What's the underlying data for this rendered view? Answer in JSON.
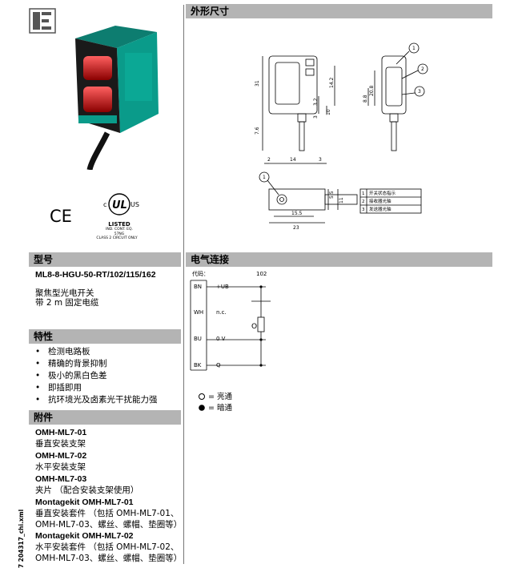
{
  "headers": {
    "dimensions": "外形尺寸",
    "model": "型号",
    "electrical": "电气连接",
    "features": "特性",
    "accessories": "附件"
  },
  "model": {
    "part_number": "ML8-8-HGU-50-RT/102/115/162",
    "desc_line1": "聚焦型光电开关",
    "desc_line2": "带 2 m 固定电缆"
  },
  "features": [
    "检测电路板",
    "精确的背景抑制",
    "极小的黑白色差",
    "即插即用",
    "抗环境光及卤素光干扰能力强"
  ],
  "accessories": [
    {
      "name": "OMH-ML7-01",
      "desc": [
        "垂直安装支架"
      ]
    },
    {
      "name": "OMH-ML7-02",
      "desc": [
        "水平安装支架"
      ]
    },
    {
      "name": "OMH-ML7-03",
      "desc": [
        "夹片 （配合安装支架使用）"
      ]
    },
    {
      "name": "Montagekit OMH-ML7-01",
      "desc": [
        "垂直安装套件 （包括 OMH-ML7-01、",
        "OMH-ML7-03、螺丝、螺帽、垫圈等）"
      ]
    },
    {
      "name": "Montagekit OMH-ML7-02",
      "desc": [
        "水平安装套件 （包括 OMH-ML7-02、",
        "OMH-ML7-03、螺丝、螺帽、垫圈等）"
      ]
    }
  ],
  "certifications": {
    "ce": "CE",
    "ul_c": "c",
    "ul_us": "US",
    "ul_listed": "LISTED",
    "ul_line1": "IND. CONT. EQ.",
    "ul_line2": "57NG",
    "ul_line3": "CLASS 2 CIRCUIT ONLY"
  },
  "dimensions": {
    "dims": [
      "31",
      "14.2",
      "7.6",
      "3.2",
      "3",
      "10",
      "2",
      "14",
      "3",
      "20.8",
      "8.8",
      "5.5",
      "11",
      "15.5",
      "23"
    ],
    "legend": [
      {
        "num": "1",
        "text": "开关状态指示"
      },
      {
        "num": "2",
        "text": "接收器光轴"
      },
      {
        "num": "3",
        "text": "发送器光轴"
      }
    ],
    "callouts": [
      "1",
      "2",
      "3",
      "1"
    ]
  },
  "electrical": {
    "code_label": "代码：",
    "code_value": "102",
    "pins": [
      {
        "wire": "BN",
        "signal": "+UB"
      },
      {
        "wire": "WH",
        "signal": "n.c."
      },
      {
        "wire": "BU",
        "signal": "0 V"
      },
      {
        "wire": "BK",
        "signal": "Q"
      }
    ],
    "switch_symbol": "O",
    "legend_light": "= 亮通",
    "legend_dark": "= 暗通"
  },
  "side_code": "7  204317_chi.xml"
}
